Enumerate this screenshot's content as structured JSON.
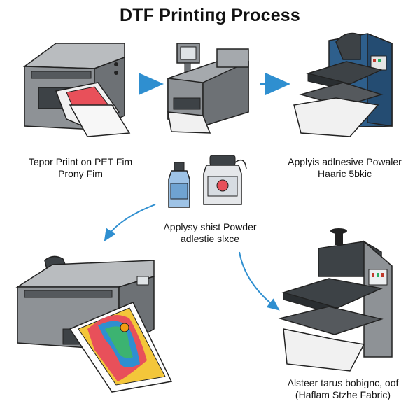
{
  "title": "DTF Printiпg Process",
  "steps": [
    {
      "line1": "Tepor Priint on PET Fim",
      "line2": "Prony Fim"
    },
    {
      "line1": "Applyis adlnesive Powaler",
      "line2": "Haaric 5bkic"
    },
    {
      "line1": "Applysy shist Powder",
      "line2": "adlestie slxce"
    },
    {
      "line1": "Alsteer tarus bobignc, oof",
      "line2": "(Haflam Stzhe Fabric)"
    }
  ],
  "colors": {
    "arrow": "#2f8fd0",
    "machine_gray": "#8e9296",
    "machine_dark": "#3d4246",
    "press_blue": "#2e5f8c",
    "film_red": "#e8505a"
  },
  "icons": [
    "dtf-printer-icon",
    "powder-shaker-icon",
    "blue-heat-press-icon",
    "powder-bottle-icon",
    "powder-jar-icon",
    "wide-format-printer-icon",
    "heat-press-icon"
  ]
}
